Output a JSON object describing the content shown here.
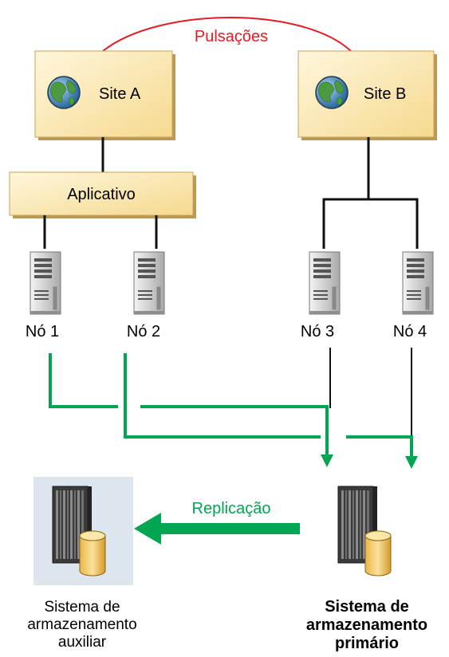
{
  "colors": {
    "site_fill": "#fbe6b8",
    "heartbeat": "#e31b23",
    "replication": "#00a651",
    "link": "#111111"
  },
  "heartbeat_label": "Pulsações",
  "sites": [
    {
      "label": "Site A",
      "icon": "globe-icon"
    },
    {
      "label": "Site B",
      "icon": "globe-icon"
    }
  ],
  "application_label": "Aplicativo",
  "nodes": [
    {
      "label": "Nó 1",
      "icon": "server-icon"
    },
    {
      "label": "Nó 2",
      "icon": "server-icon"
    },
    {
      "label": "Nó 3",
      "icon": "server-icon"
    },
    {
      "label": "Nó 4",
      "icon": "server-icon"
    }
  ],
  "replication_label": "Replicação",
  "aux_storage": {
    "icon": "storage-system-icon",
    "lines": [
      "Sistema de",
      "armazenamento",
      "auxiliar"
    ]
  },
  "primary_storage": {
    "icon": "storage-system-icon",
    "lines": [
      "Sistema de",
      "armazenamento",
      "primário"
    ]
  }
}
